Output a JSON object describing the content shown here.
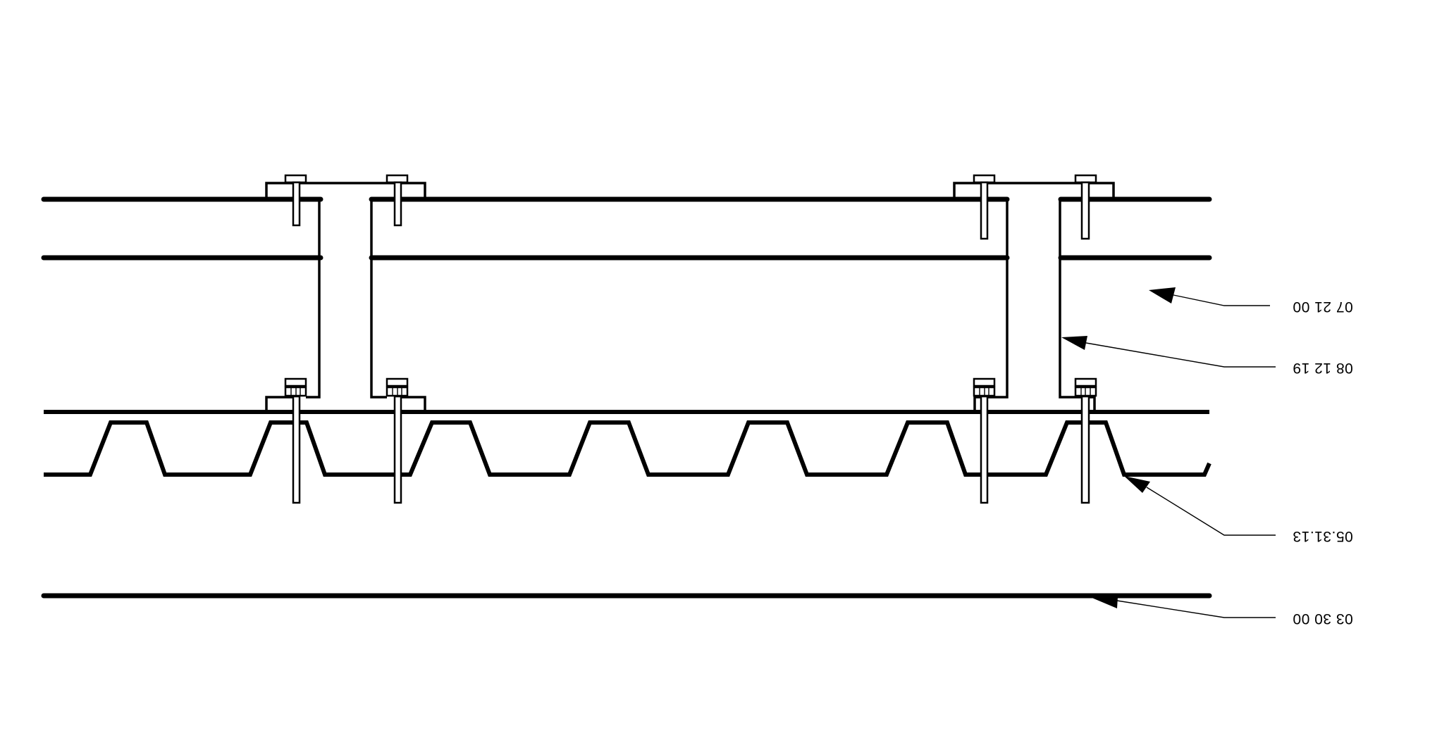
{
  "drawing": {
    "type": "roof deck section detail (rendered upside-down)",
    "line_color": "#000000",
    "background": "#ffffff"
  },
  "callouts": [
    {
      "id": "roof-insulation",
      "label": "07 21 00"
    },
    {
      "id": "purlin-frame",
      "label": "08 12 19"
    },
    {
      "id": "metal-deck",
      "label": "05.31.13"
    },
    {
      "id": "concrete",
      "label": "03 30 00"
    }
  ]
}
